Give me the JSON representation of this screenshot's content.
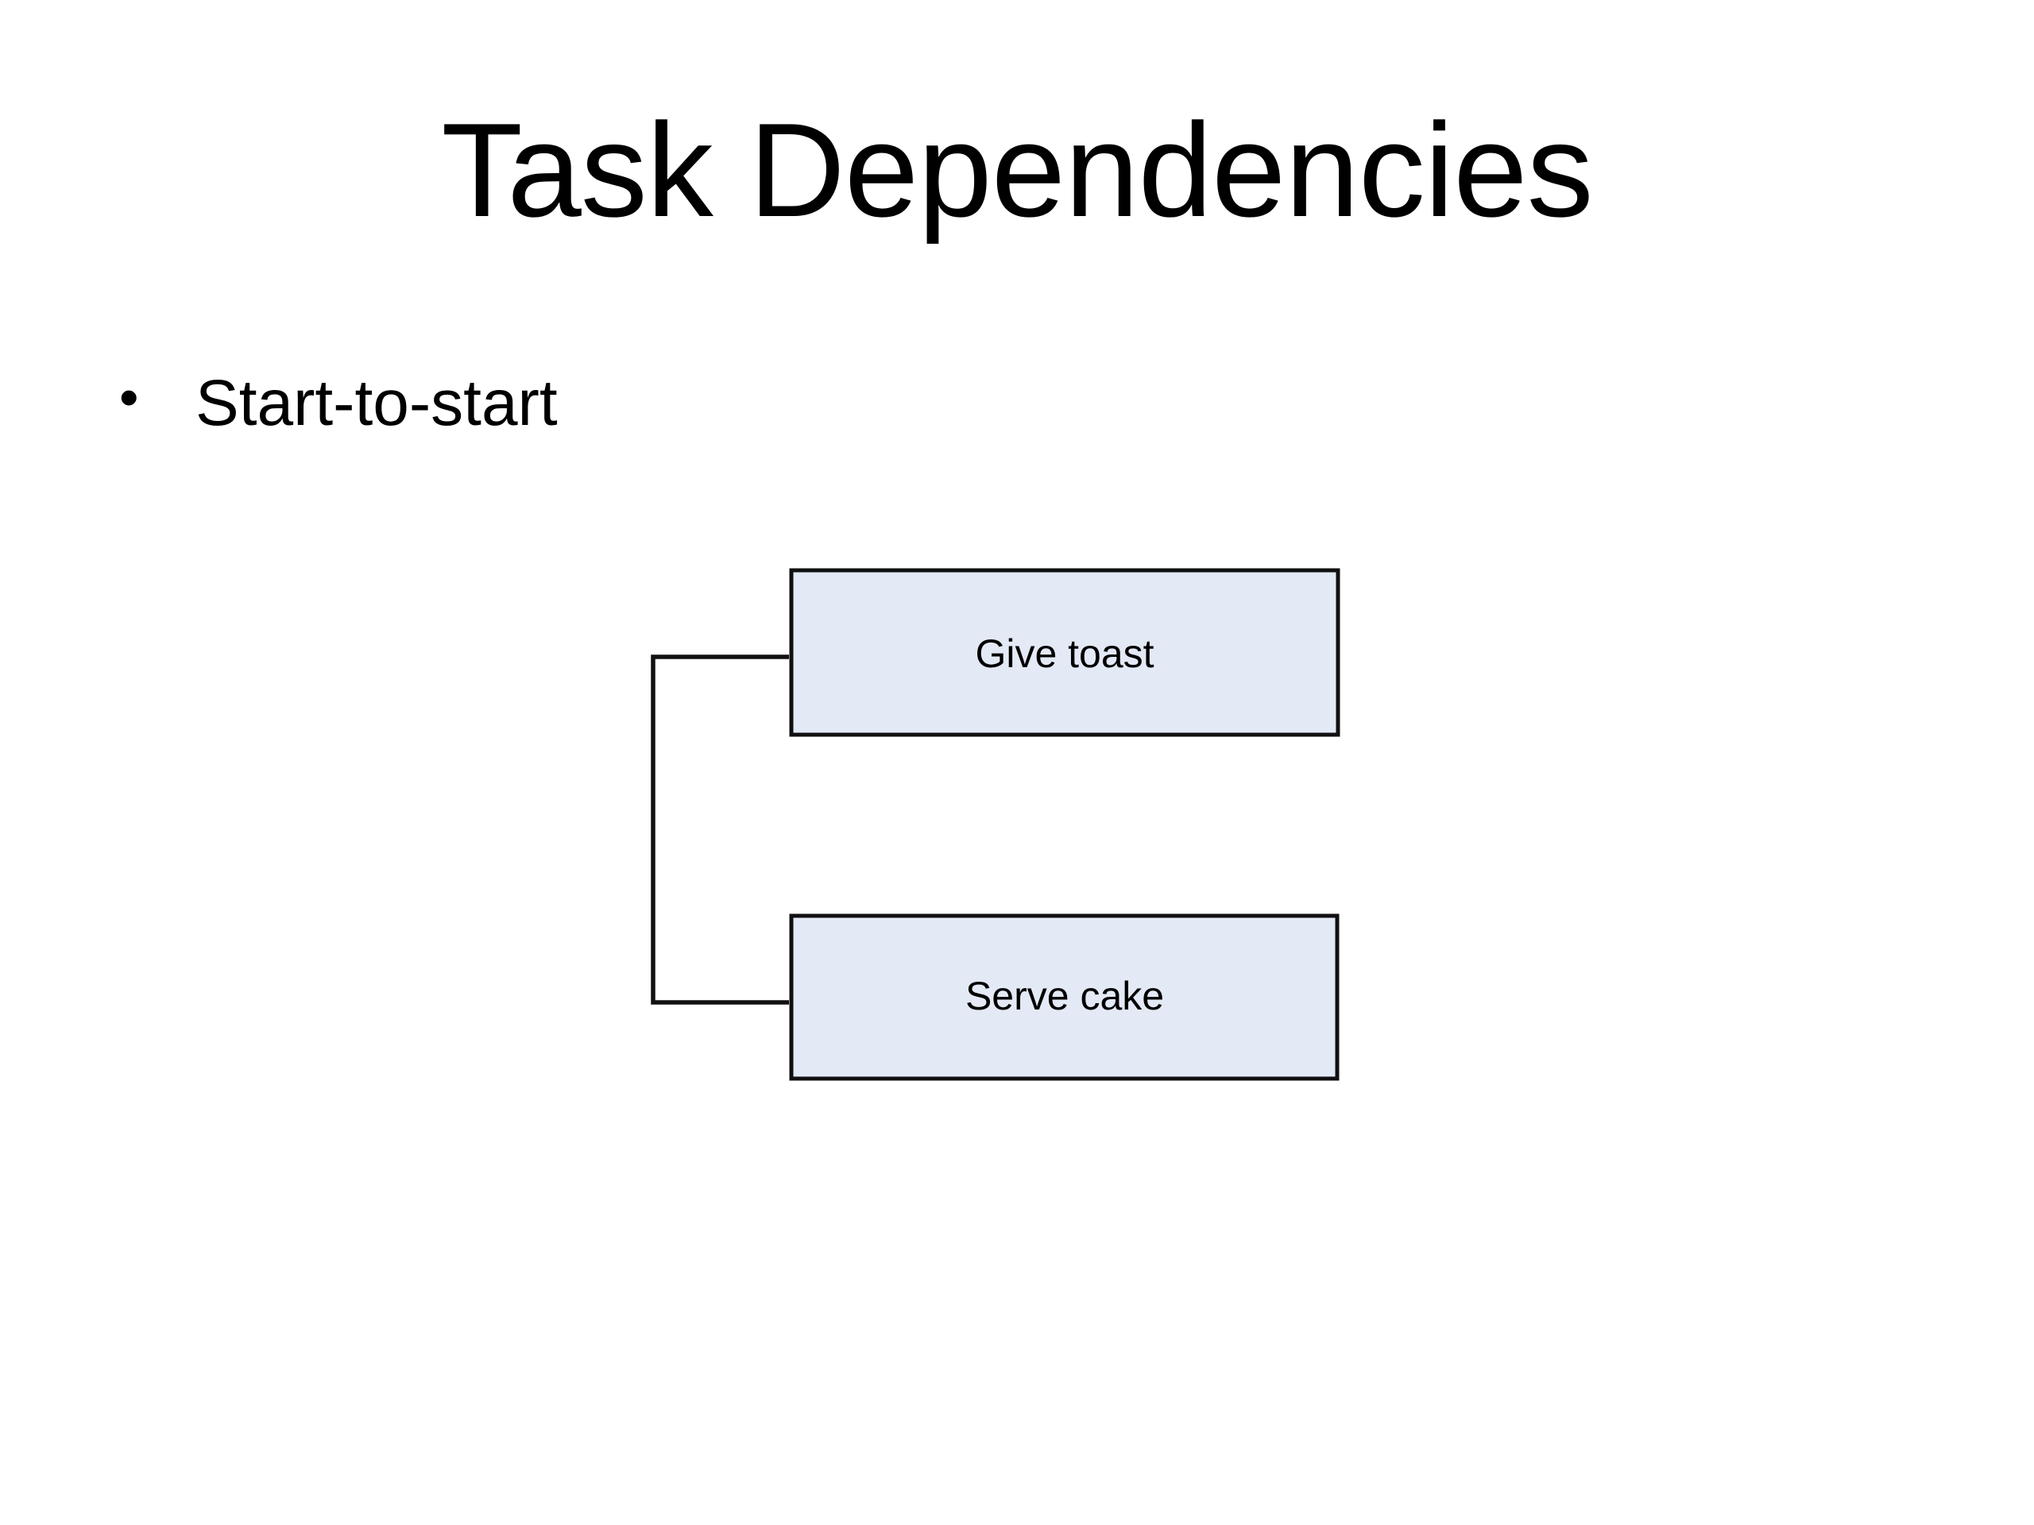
{
  "slide": {
    "title": "Task Dependencies",
    "background_color": "#ffffff",
    "text_color": "#000000"
  },
  "bullets": [
    {
      "marker": "•",
      "text": "Start-to-start"
    }
  ],
  "diagram": {
    "type": "dependency-diagram",
    "box_fill_color": "#e3e9f5",
    "box_border_color": "#101010",
    "connector_color": "#111111",
    "nodes": [
      {
        "id": "give-toast",
        "label": "Give toast"
      },
      {
        "id": "serve-cake",
        "label": "Serve cake"
      }
    ],
    "connector": {
      "kind": "start-to-start-bracket",
      "targets": [
        "give-toast",
        "serve-cake"
      ],
      "arrowheads": 2
    }
  }
}
